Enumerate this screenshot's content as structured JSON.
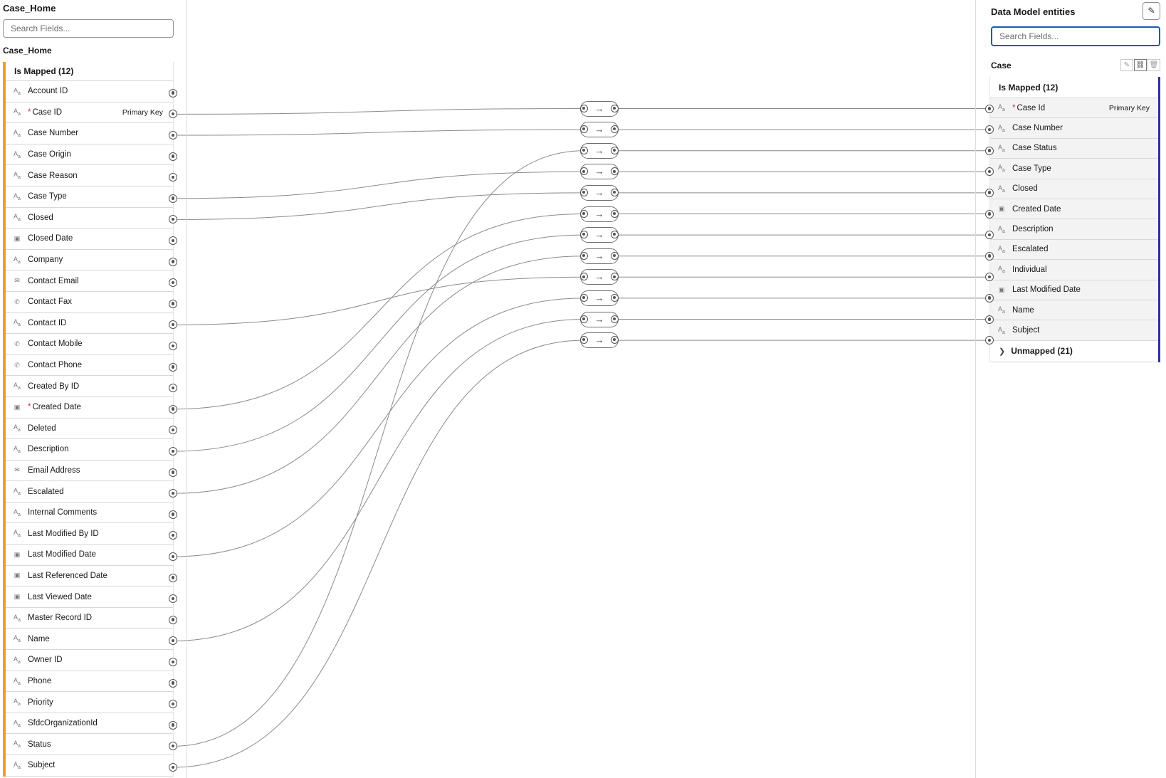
{
  "left": {
    "title": "Case_Home",
    "search_placeholder": "Search Fields...",
    "subtitle": "Case_Home",
    "group_label": "Is Mapped (12)",
    "fields": [
      {
        "label": "Account ID",
        "type": "text"
      },
      {
        "label": "Case ID",
        "type": "text",
        "required": true,
        "badge": "Primary Key"
      },
      {
        "label": "Case Number",
        "type": "text"
      },
      {
        "label": "Case Origin",
        "type": "text"
      },
      {
        "label": "Case Reason",
        "type": "text"
      },
      {
        "label": "Case Type",
        "type": "text"
      },
      {
        "label": "Closed",
        "type": "text"
      },
      {
        "label": "Closed Date",
        "type": "date"
      },
      {
        "label": "Company",
        "type": "text"
      },
      {
        "label": "Contact Email",
        "type": "email"
      },
      {
        "label": "Contact Fax",
        "type": "phone"
      },
      {
        "label": "Contact ID",
        "type": "text"
      },
      {
        "label": "Contact Mobile",
        "type": "phone"
      },
      {
        "label": "Contact Phone",
        "type": "phone"
      },
      {
        "label": "Created By ID",
        "type": "text"
      },
      {
        "label": "Created Date",
        "type": "date",
        "required": true
      },
      {
        "label": "Deleted",
        "type": "text"
      },
      {
        "label": "Description",
        "type": "text"
      },
      {
        "label": "Email Address",
        "type": "email"
      },
      {
        "label": "Escalated",
        "type": "text"
      },
      {
        "label": "Internal Comments",
        "type": "text"
      },
      {
        "label": "Last Modified By ID",
        "type": "text"
      },
      {
        "label": "Last Modified Date",
        "type": "date"
      },
      {
        "label": "Last Referenced Date",
        "type": "date"
      },
      {
        "label": "Last Viewed Date",
        "type": "date"
      },
      {
        "label": "Master Record ID",
        "type": "text"
      },
      {
        "label": "Name",
        "type": "text"
      },
      {
        "label": "Owner ID",
        "type": "text"
      },
      {
        "label": "Phone",
        "type": "text"
      },
      {
        "label": "Priority",
        "type": "text"
      },
      {
        "label": "SfdcOrganizationId",
        "type": "text"
      },
      {
        "label": "Status",
        "type": "text"
      },
      {
        "label": "Subject",
        "type": "text"
      }
    ]
  },
  "right": {
    "title": "Data Model entities",
    "search_placeholder": "Search Fields...",
    "entity": "Case",
    "group_label": "Is Mapped (12)",
    "unmapped_label": "Unmapped (21)",
    "fields": [
      {
        "label": "Case Id",
        "type": "text",
        "required": true,
        "badge": "Primary Key"
      },
      {
        "label": "Case Number",
        "type": "text"
      },
      {
        "label": "Case Status",
        "type": "text"
      },
      {
        "label": "Case Type",
        "type": "text"
      },
      {
        "label": "Closed",
        "type": "text"
      },
      {
        "label": "Created Date",
        "type": "date"
      },
      {
        "label": "Description",
        "type": "text"
      },
      {
        "label": "Escalated",
        "type": "text"
      },
      {
        "label": "Individual",
        "type": "text"
      },
      {
        "label": "Last Modified Date",
        "type": "date"
      },
      {
        "label": "Name",
        "type": "text"
      },
      {
        "label": "Subject",
        "type": "text"
      }
    ]
  },
  "mappings": [
    {
      "source": "Case ID",
      "target": "Case Id"
    },
    {
      "source": "Case Number",
      "target": "Case Number"
    },
    {
      "source": "Status",
      "target": "Case Status"
    },
    {
      "source": "Case Type",
      "target": "Case Type"
    },
    {
      "source": "Closed",
      "target": "Closed"
    },
    {
      "source": "Created Date",
      "target": "Created Date"
    },
    {
      "source": "Description",
      "target": "Description"
    },
    {
      "source": "Escalated",
      "target": "Escalated"
    },
    {
      "source": "Contact ID",
      "target": "Individual"
    },
    {
      "source": "Last Modified Date",
      "target": "Last Modified Date"
    },
    {
      "source": "Name",
      "target": "Name"
    },
    {
      "source": "Subject",
      "target": "Subject"
    }
  ],
  "icons": {
    "text": "text-field-icon",
    "date": "calendar-icon",
    "email": "envelope-icon",
    "phone": "phone-icon"
  },
  "colors": {
    "mapped_accent_left": "#f59d1c",
    "mapped_accent_right": "#2a3595",
    "required": "#c23934"
  }
}
